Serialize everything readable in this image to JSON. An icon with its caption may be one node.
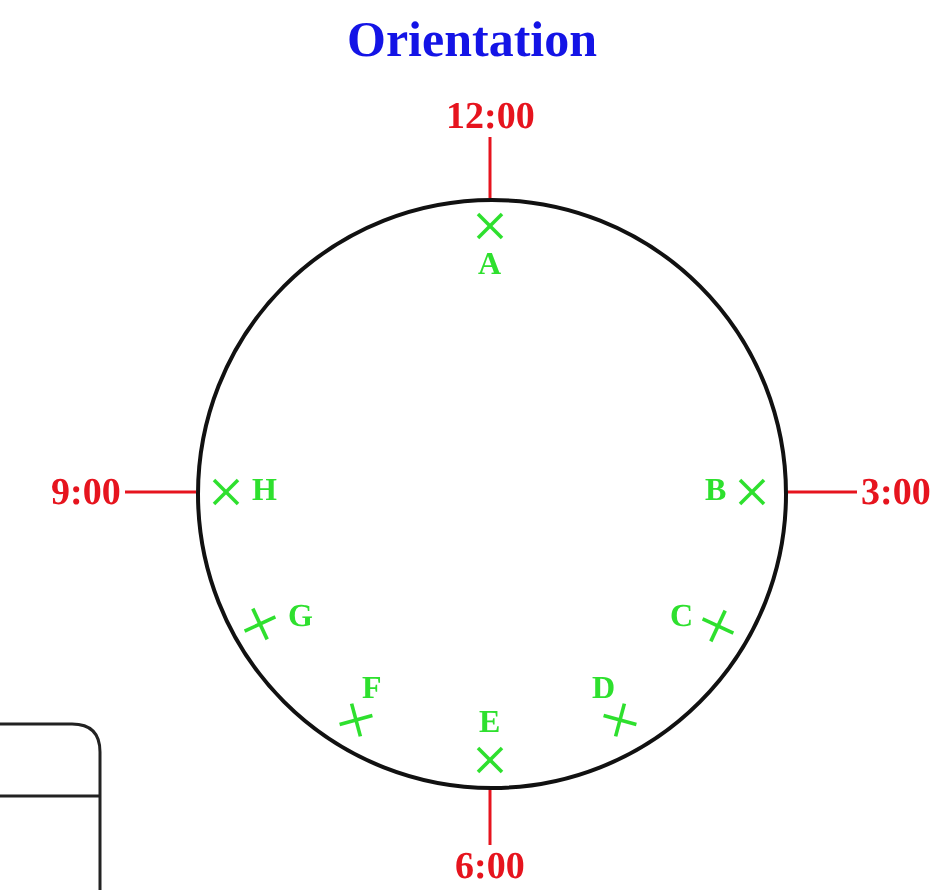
{
  "diagram": {
    "title": "Orientation",
    "nodes": [
      {
        "text": [],
        "shape": "circle"
      },
      {
        "text": [
          "12:00"
        ]
      },
      {
        "text": [
          "3:00"
        ]
      },
      {
        "text": [
          "6:00"
        ]
      },
      {
        "text": [
          "9:00"
        ]
      }
    ],
    "edges": [
      {
        "from": 1,
        "to": 0,
        "arrow": "none"
      },
      {
        "from": 2,
        "to": 0,
        "arrow": "none"
      },
      {
        "from": 3,
        "to": 0,
        "arrow": "none"
      },
      {
        "from": 4,
        "to": 0,
        "arrow": "none"
      }
    ],
    "labels": [
      "A",
      "H",
      "B",
      "G",
      "C",
      "F",
      "D",
      "E"
    ]
  }
}
